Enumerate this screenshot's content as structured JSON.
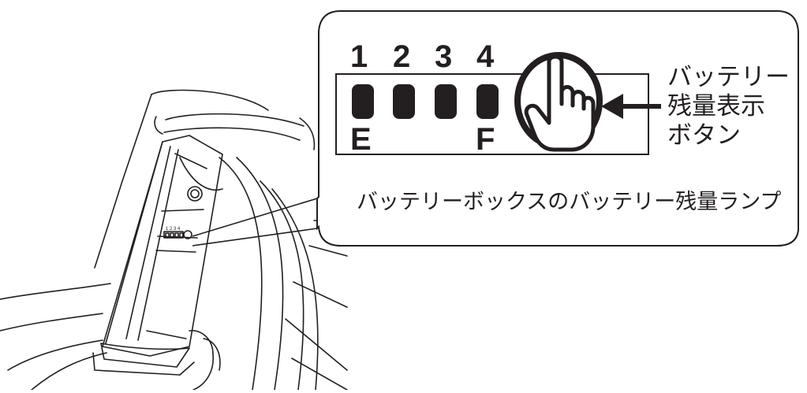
{
  "indicator": {
    "numbers": [
      "1",
      "2",
      "3",
      "4"
    ],
    "empty_label": "E",
    "full_label": "F",
    "lamp_count": 4
  },
  "button_label": {
    "line1": "バッテリー",
    "line2": "残量表示",
    "line3": "ボタン"
  },
  "caption": "バッテリーボックスのバッテリー残量ランプ",
  "mini_panel": {
    "numbers": "1 2 3 4"
  },
  "colors": {
    "ink": "#231f20",
    "background": "#ffffff"
  }
}
